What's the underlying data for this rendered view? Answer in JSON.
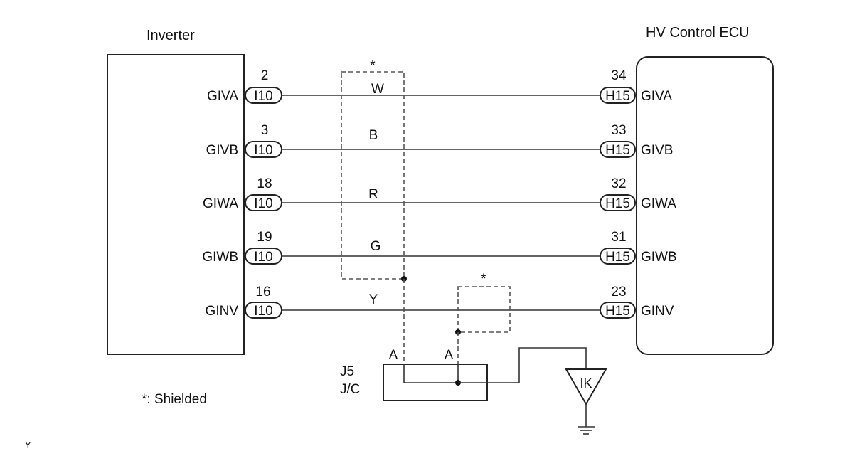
{
  "left_component": {
    "label": "Inverter"
  },
  "right_component": {
    "label": "HV Control ECU"
  },
  "left_connector": "I10",
  "right_connector": "H15",
  "wires": [
    {
      "left_pin": "2",
      "left_signal": "GIVA",
      "color": "W",
      "right_pin": "34",
      "right_signal": "GIVA"
    },
    {
      "left_pin": "3",
      "left_signal": "GIVB",
      "color": "B",
      "right_pin": "33",
      "right_signal": "GIVB"
    },
    {
      "left_pin": "18",
      "left_signal": "GIWA",
      "color": "R",
      "right_pin": "32",
      "right_signal": "GIWA"
    },
    {
      "left_pin": "19",
      "left_signal": "GIWB",
      "color": "G",
      "right_pin": "31",
      "right_signal": "GIWB"
    },
    {
      "left_pin": "16",
      "left_signal": "GINV",
      "color": "Y",
      "right_pin": "23",
      "right_signal": "GINV"
    }
  ],
  "shield_mark_1": "*",
  "shield_mark_2": "*",
  "junction": {
    "id": "J5",
    "type": "J/C",
    "pin_1": "A",
    "pin_2": "A"
  },
  "ground_label": "IK",
  "legend": "*: Shielded",
  "corner_mark": "Y"
}
